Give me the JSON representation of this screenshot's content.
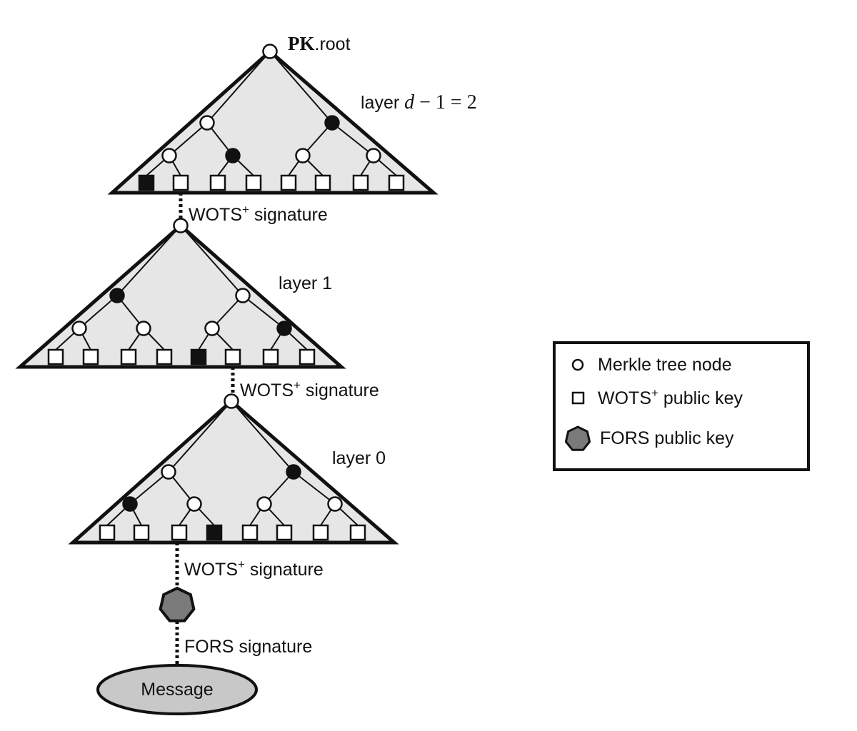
{
  "top_tree": {
    "root_label_bold": "PK",
    "root_label_rest": ".root",
    "layer_prefix": "layer ",
    "layer_math_d": "d",
    "layer_math_rest": " − 1 = 2"
  },
  "middle_tree": {
    "layer_label": "layer 1"
  },
  "bottom_tree": {
    "layer_label": "layer 0"
  },
  "links": {
    "wots_main": "WOTS",
    "wots_sup": "+",
    "wots_tail": " signature",
    "fors_signature": "FORS signature"
  },
  "message": {
    "label": "Message"
  },
  "legend": {
    "merkle_node": "Merkle tree node",
    "wots_main": "WOTS",
    "wots_sup": "+",
    "wots_tail": " public key",
    "fors_key": "FORS public key"
  },
  "colors": {
    "tree_fill": "#e6e6e6",
    "stroke": "#111111",
    "fors_fill": "#7a7a7a",
    "message_fill": "#c8c8c8"
  }
}
